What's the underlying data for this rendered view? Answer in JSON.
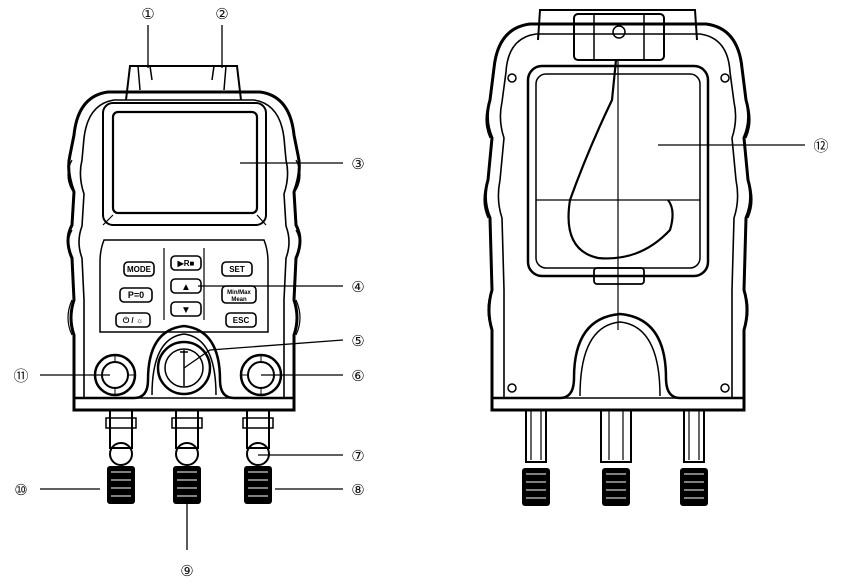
{
  "callouts": {
    "c1": "①",
    "c2": "②",
    "c3": "③",
    "c4": "④",
    "c5": "⑤",
    "c6": "⑥",
    "c7": "⑦",
    "c8": "⑧",
    "c9": "⑨",
    "c10": "⑩",
    "c11": "⑪",
    "c12": "⑫"
  },
  "keys": {
    "mode": "MODE",
    "record": "▶R■",
    "set": "SET",
    "zero": "P=0",
    "up": "▲",
    "minmax_line1": "Min/Max",
    "minmax_line2": "Mean",
    "power_light": "⏻ / ☼",
    "down": "▼",
    "esc": "ESC"
  }
}
